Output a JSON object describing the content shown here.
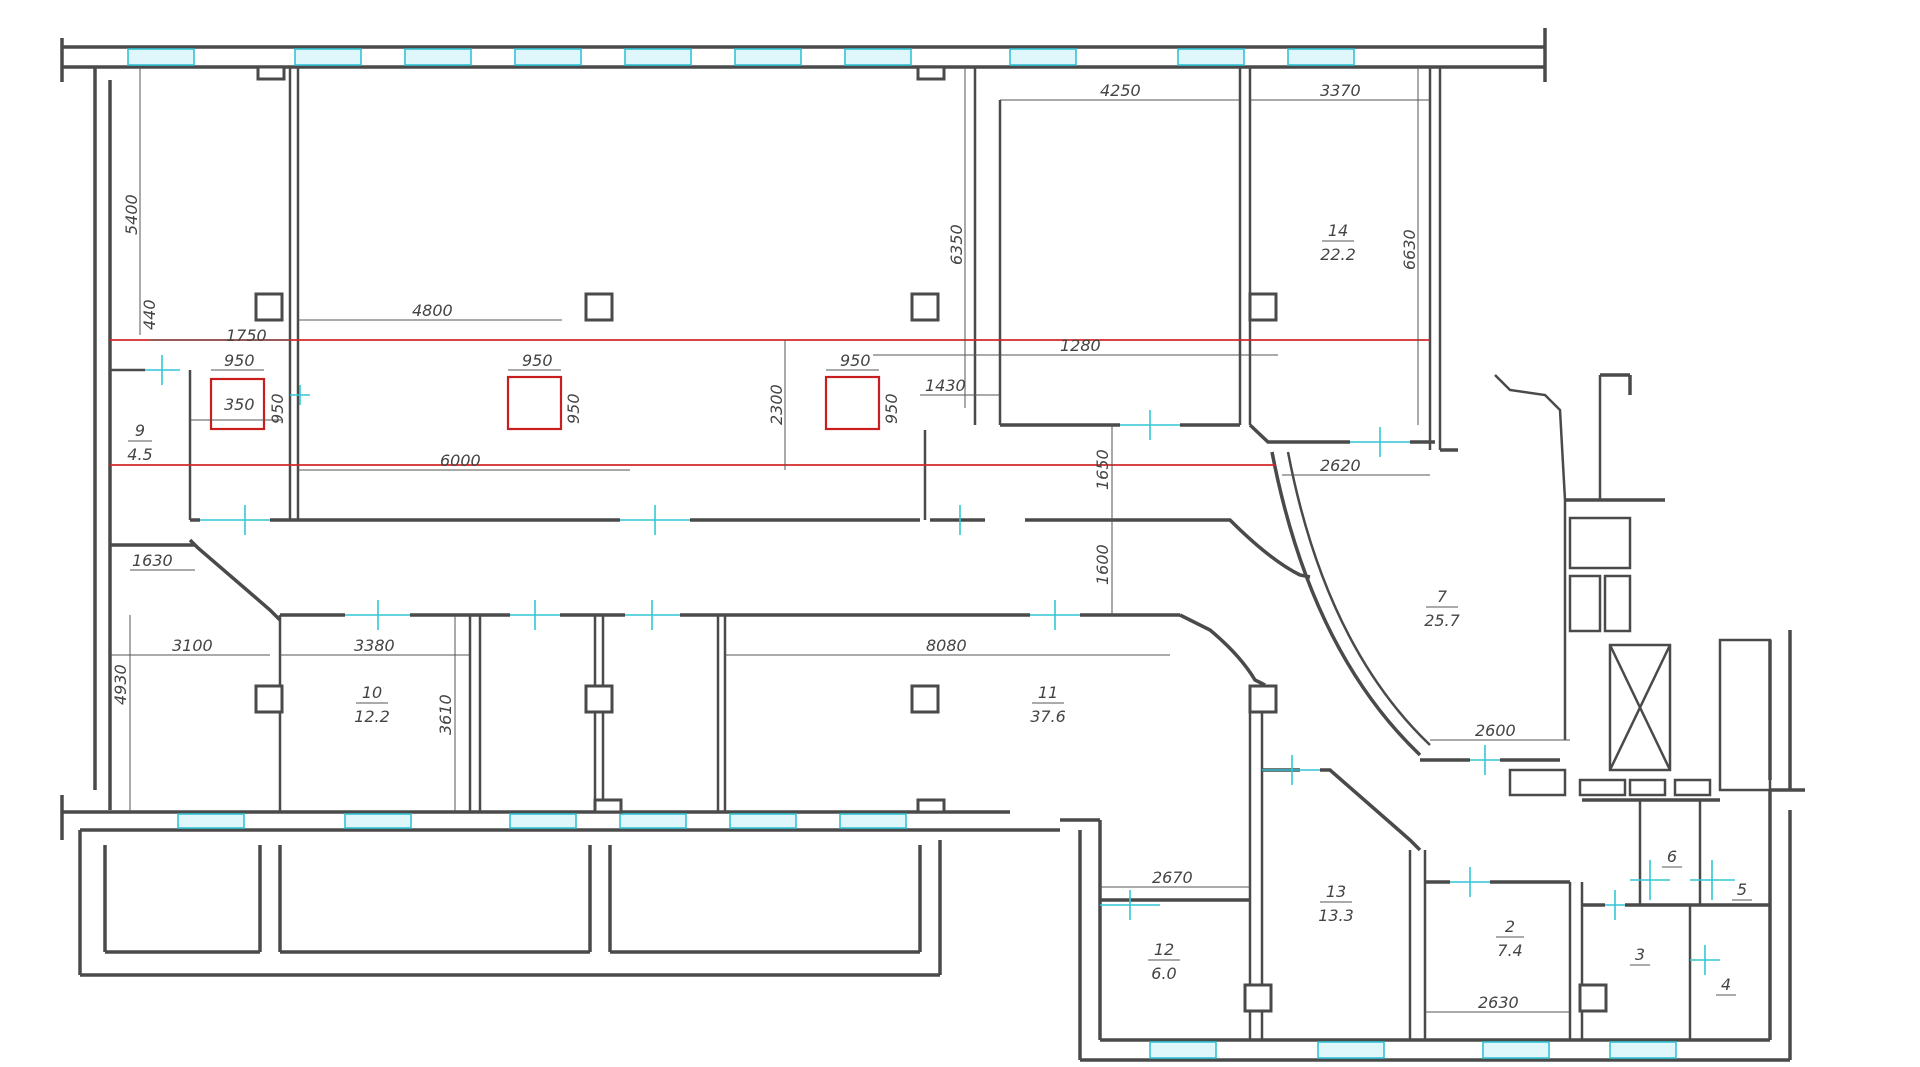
{
  "rooms": [
    {
      "id": "9",
      "area": "4.5"
    },
    {
      "id": "10",
      "area": "12.2"
    },
    {
      "id": "11",
      "area": "37.6"
    },
    {
      "id": "14",
      "area": "22.2"
    },
    {
      "id": "7",
      "area": "25.7"
    },
    {
      "id": "12",
      "area": "6.0"
    },
    {
      "id": "13",
      "area": "13.3"
    },
    {
      "id": "2",
      "area": "7.4"
    },
    {
      "id": "3",
      "area": ""
    },
    {
      "id": "4",
      "area": ""
    },
    {
      "id": "5",
      "area": ""
    },
    {
      "id": "6",
      "area": ""
    }
  ],
  "dimensions": {
    "d4250": "4250",
    "d3370": "3370",
    "d5400": "5400",
    "d6350": "6350",
    "d6630": "6630",
    "d4800": "4800",
    "d440": "440",
    "d1750": "1750",
    "d950a": "950",
    "d950b": "950",
    "d950c": "950",
    "d350": "350",
    "d950v1": "950",
    "d950v2": "950",
    "d950v3": "950",
    "d2300": "2300",
    "d1280": "1280",
    "d1430": "1430",
    "d6000": "6000",
    "d1650": "1650",
    "d2620": "2620",
    "d1600": "1600",
    "d1630": "1630",
    "d3100": "3100",
    "d3380": "3380",
    "d8080": "8080",
    "d4930": "4930",
    "d3610": "3610",
    "d2600": "2600",
    "d2670": "2670",
    "d2630": "2630"
  }
}
